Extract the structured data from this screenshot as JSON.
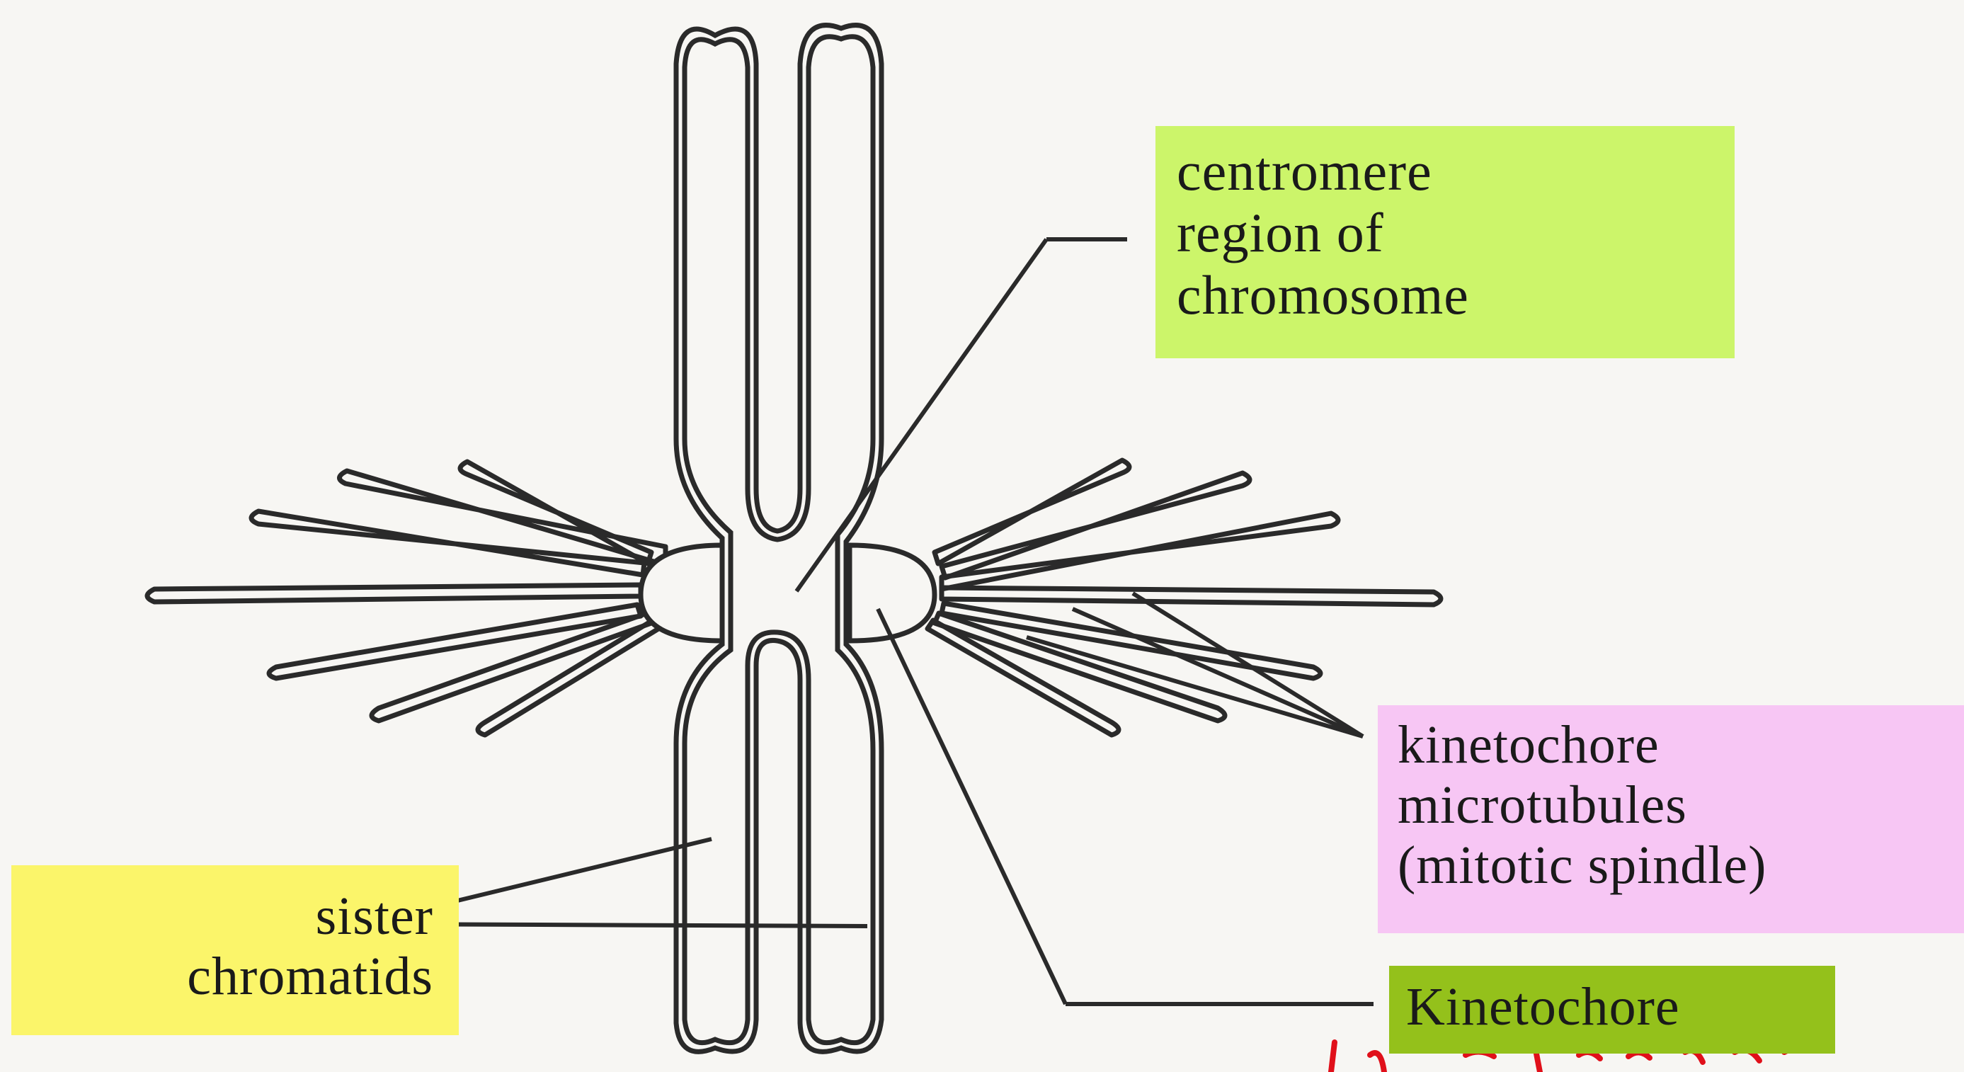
{
  "diagram": {
    "labels": {
      "centromere": {
        "lines": [
          "centromere",
          "region  of",
          "chromosome"
        ],
        "bg_color": "#ccf56a"
      },
      "kinetochore_microtubules": {
        "lines": [
          "kinetochore",
          "microtubules",
          "(mitotic  spindle)"
        ],
        "bg_color": "#f7c6f4"
      },
      "sister_chromatids": {
        "lines": [
          "sister",
          "chromatids"
        ],
        "bg_color": "#fbf56a"
      },
      "kinetochore": {
        "lines": [
          "Kinetochore"
        ],
        "bg_color": "#94c11b"
      }
    },
    "annotation_color": "#e0101a"
  }
}
